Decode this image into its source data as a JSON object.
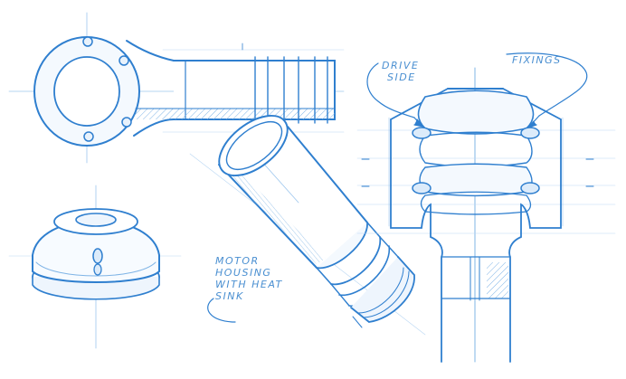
{
  "annotations": {
    "drive_side": [
      "DRIVE",
      "SIDE"
    ],
    "fixings": "FIXINGS",
    "motor_housing": [
      "MOTOR",
      "HOUSING",
      "WITH HEAT",
      "SINK"
    ]
  },
  "colors": {
    "ink": "#2f7fcf",
    "ink_light": "#9cc6ee",
    "shade": "#cfe4f7",
    "paper": "#ffffff"
  }
}
